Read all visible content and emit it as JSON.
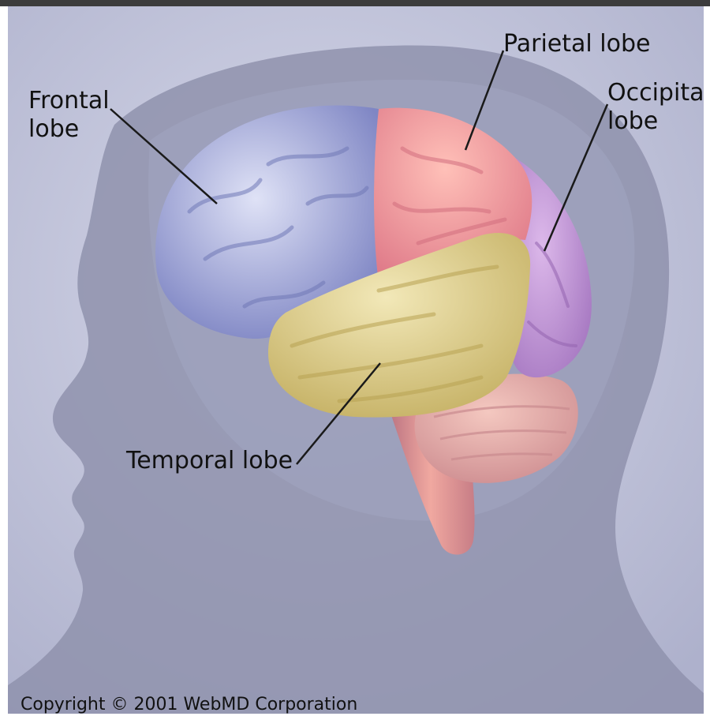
{
  "labels": {
    "frontal_line1": "Frontal",
    "frontal_line2": "lobe",
    "parietal": "Parietal lobe",
    "occipital_line1": "Occipital",
    "occipital_line2": "lobe",
    "temporal": "Temporal lobe"
  },
  "copyright": "Copyright © 2001 WebMD Corporation",
  "colors": {
    "background": "#c9cbe0",
    "head_silhouette": "#8d90ac",
    "frontal": "#a8aee0",
    "parietal": "#ee9a9a",
    "occipital": "#c79ad8",
    "temporal": "#dccd8c",
    "cerebellum": "#e4a9a3",
    "brainstem": "#d98c8c"
  }
}
